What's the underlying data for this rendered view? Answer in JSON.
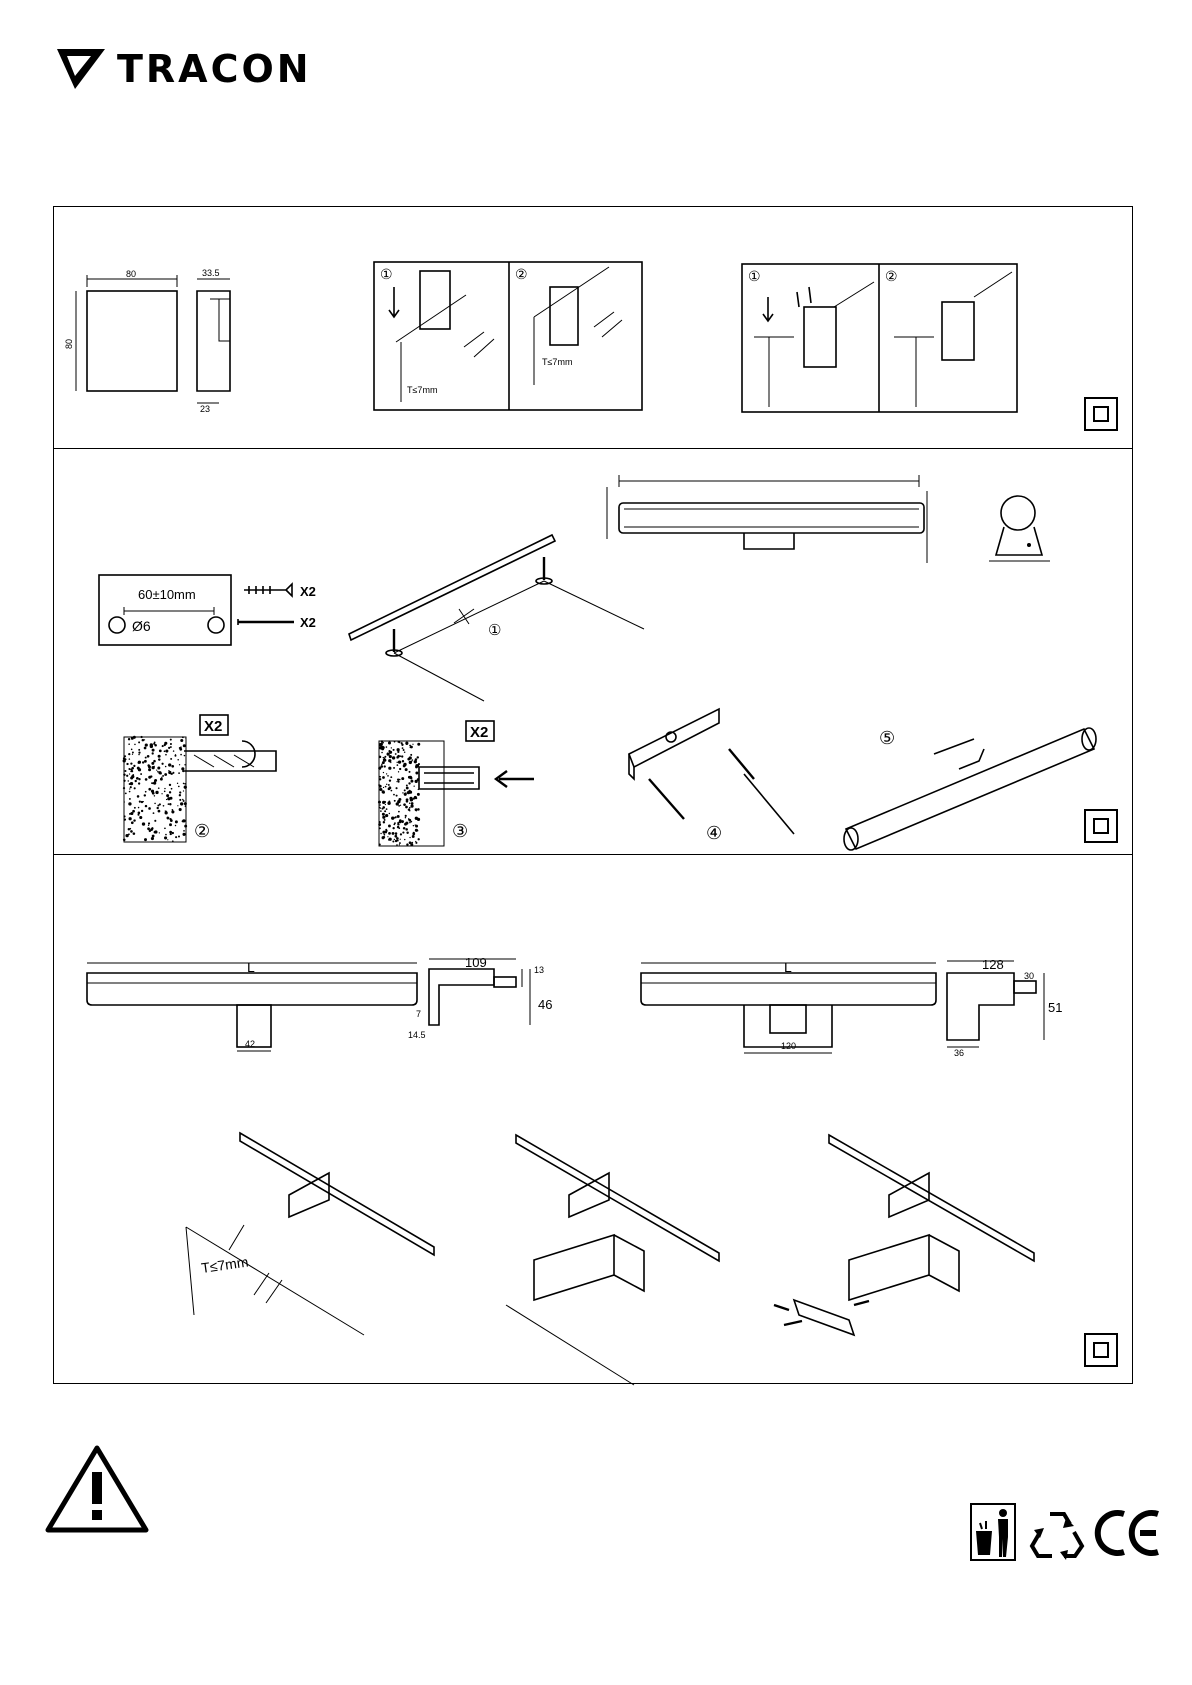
{
  "brand": {
    "name": "TRACON"
  },
  "section1": {
    "dim_width": "80",
    "dim_height": "80",
    "dim_depth": "33.5",
    "dim_base": "23",
    "step1": "①",
    "step2": "②",
    "thickness": "T≤7mm",
    "step1b": "①",
    "step2b": "②"
  },
  "section2": {
    "drill_spacing": "60±10mm",
    "drill_diameter": "Ø6",
    "anchors_qty": "X2",
    "screws_qty": "X2",
    "step1": "①",
    "step2": "②",
    "step3": "③",
    "step4": "④",
    "step5": "⑤",
    "qty_drill": "X2",
    "qty_anchor": "X2"
  },
  "section3": {
    "length_a": "L",
    "base_a": "42",
    "depth_a": "109",
    "top_a": "13",
    "height_a": "46",
    "foot_a": "7",
    "foot_depth_a": "14.5",
    "length_b": "L",
    "base_b": "120",
    "depth_b": "128",
    "top_b": "30",
    "height_b": "51",
    "foot_b": "36",
    "thickness": "T≤7mm"
  },
  "icons": [
    "warning-triangle-icon",
    "wheelie-bin-icon",
    "recycle-icon",
    "ce-mark-icon",
    "class-ii-icon"
  ]
}
